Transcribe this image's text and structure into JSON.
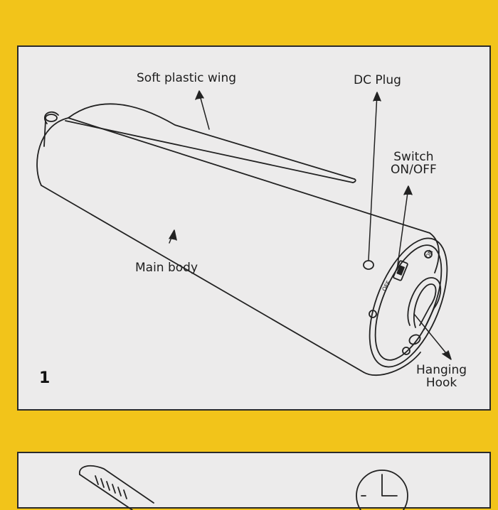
{
  "panel1": {
    "step_number": "1",
    "labels": {
      "wing": "Soft plastic wing",
      "dc_plug": "DC Plug",
      "switch_line1": "Switch",
      "switch_line2": "ON/OFF",
      "body": "Main body",
      "hook_line1": "Hanging",
      "hook_line2": "Hook",
      "small_on": "ON",
      "small_off": "OFF"
    }
  },
  "colors": {
    "background": "#f2c41a",
    "panel": "#ecebeb",
    "line": "#222222"
  }
}
